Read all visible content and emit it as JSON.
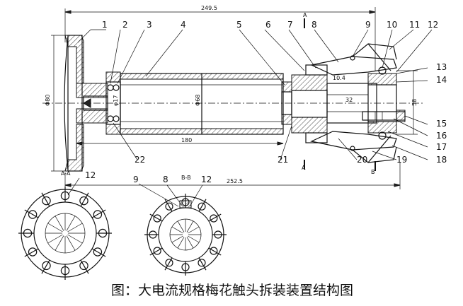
{
  "caption": "图：大电流规格梅花触头拆装装置结构图",
  "part_numbers": [
    "1",
    "2",
    "3",
    "4",
    "5",
    "6",
    "7",
    "8",
    "9",
    "10",
    "11",
    "12",
    "13",
    "14",
    "15",
    "16",
    "17",
    "18",
    "19",
    "20",
    "21",
    "22"
  ],
  "dimensions": {
    "overall_length": "249.5",
    "bottom_length": "252.5",
    "body_length": "180",
    "inner_width": "32",
    "small_dim": "10.4",
    "left_height": "Φ80",
    "right_height": "58"
  },
  "section_labels": {
    "left_view": "A-A",
    "mid_view": "B-B",
    "cut_a": "A",
    "cut_b": "B"
  },
  "view_callouts": {
    "left_12": "12",
    "mid_9": "9",
    "mid_8": "8",
    "mid_12": "12"
  }
}
